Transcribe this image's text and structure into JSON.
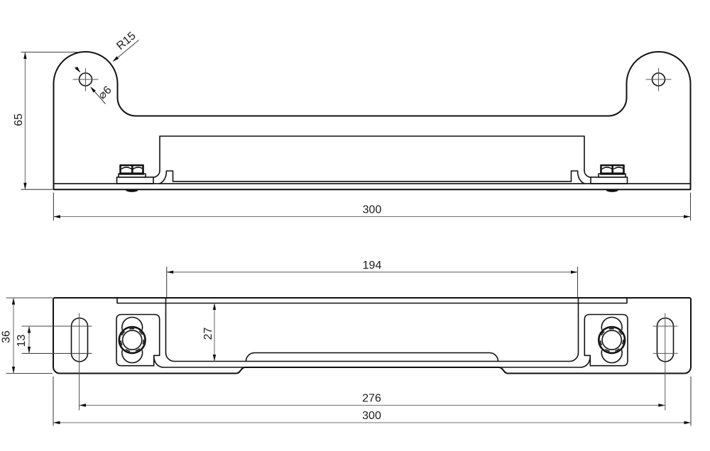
{
  "drawing": {
    "background": "#ffffff",
    "line_color": "#111111",
    "dimension_line_color": "#6e6e6e",
    "text_color": "#1c1c1e",
    "front_view": {
      "corner_radius": "R15",
      "hole_diameter": "⌀6",
      "height": "65",
      "overall_width": "300"
    },
    "plan_view": {
      "raised_section_width": "194",
      "inner_height": "27",
      "slot_center_distance": "13",
      "depth": "36",
      "slot_span": "276",
      "overall_width": "300"
    }
  }
}
